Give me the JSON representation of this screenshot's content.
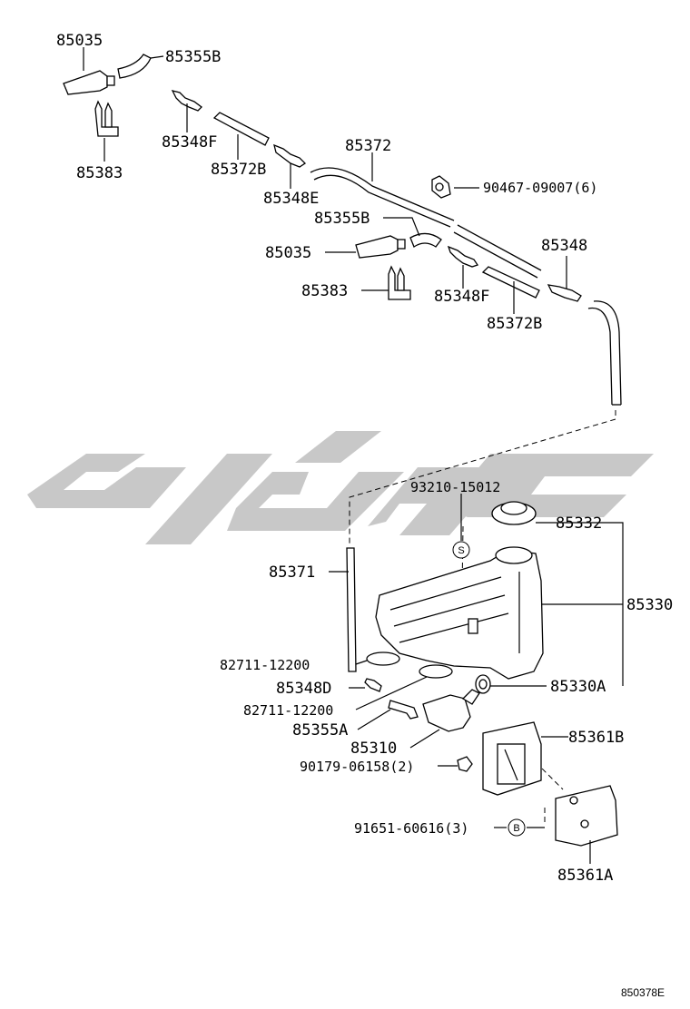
{
  "labels": {
    "p85035_a": "85035",
    "p85355b_a": "85355B",
    "p85348f_a": "85348F",
    "p85383_a": "85383",
    "p85372b_a": "85372B",
    "p85348e": "85348E",
    "p85372": "85372",
    "p90467": "90467-09007(6)",
    "p85355b_b": "85355B",
    "p85035_b": "85035",
    "p85348": "85348",
    "p85383_b": "85383",
    "p85348f_b": "85348F",
    "p85372b_b": "85372B",
    "p93210": "93210-15012",
    "p85332": "85332",
    "p85371": "85371",
    "p85330": "85330",
    "p82711_a": "82711-12200",
    "p85348d": "85348D",
    "p85330a": "85330A",
    "p82711_b": "82711-12200",
    "p85355a": "85355A",
    "p85310": "85310",
    "p85361b": "85361B",
    "p90179": "90179-06158(2)",
    "p91651": "91651-60616(3)",
    "p85361a": "85361A"
  },
  "marks": {
    "s": "S",
    "b": "B"
  },
  "footer_code": "850378E"
}
